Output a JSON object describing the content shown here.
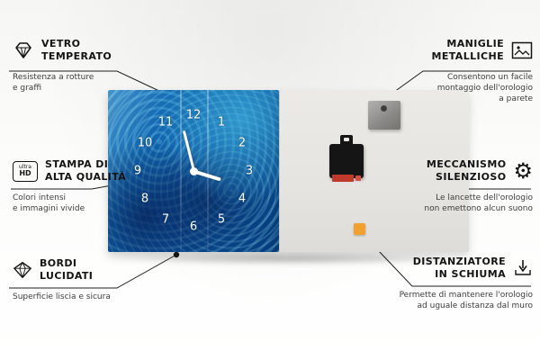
{
  "colors": {
    "line_black": "#1f1f1f",
    "clock_blue": "#0b54a0",
    "foam_orange": "#f2a12e",
    "battery_red": "#c0392b",
    "metal_grey": "#8c8b89"
  },
  "callouts": {
    "vetro": {
      "icon": "diamond-icon",
      "title1": "VETRO",
      "title2": "TEMPERATO",
      "sub1": "Resistenza a rotture",
      "sub2": "e graffi"
    },
    "stampa": {
      "icon": "ultra-hd-icon",
      "icon_line1": "ultra",
      "icon_line2": "HD",
      "title1": "STAMPA DI",
      "title2": "ALTA QUALITÀ",
      "sub1": "Colori intensi",
      "sub2": "e immagini vivide"
    },
    "bordi": {
      "icon": "gem-icon",
      "title1": "BORDI",
      "title2": "LUCIDATI",
      "sub1": "Superficie liscia e sicura"
    },
    "maniglie": {
      "icon": "picture-frame-icon",
      "title1": "MANIGLIE",
      "title2": "METALLICHE",
      "sub1": "Consentono un facile",
      "sub2": "montaggio dell'orologio",
      "sub3": "a parete"
    },
    "meccanismo": {
      "icon": "gear-icon",
      "gear_glyph": "⚙",
      "title1": "MECCANISMO",
      "title2": "SILENZIOSO",
      "sub1": "Le lancette dell'orologio",
      "sub2": "non emettono alcun suono"
    },
    "distanziatore": {
      "icon": "arrow-down-icon",
      "title1": "DISTANZIATORE",
      "title2": "IN SCHIUMA",
      "sub1": "Permette di mantenere l'orologio",
      "sub2": "ad uguale distanza dal muro"
    }
  },
  "clock": {
    "numbers": [
      "1",
      "2",
      "3",
      "4",
      "5",
      "6",
      "7",
      "8",
      "9",
      "10",
      "11",
      "12"
    ]
  }
}
